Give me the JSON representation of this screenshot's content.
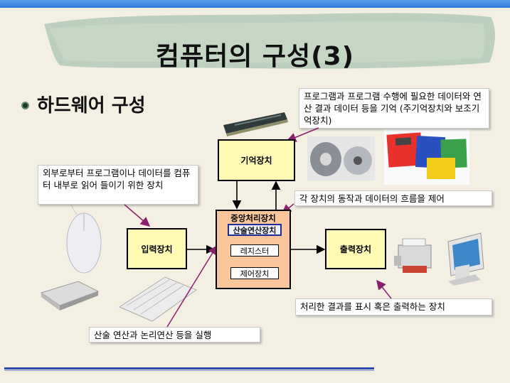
{
  "slide": {
    "title": "컴퓨터의 구성(3)",
    "heading": "하드웨어 구성",
    "callouts": {
      "memory_desc": "프로그램과 프로그램 수행에 필요한 데이터와 연산 결과 데이터 등을 기억 (주기억장치와 보조기억장치)",
      "input_desc": "외부로부터 프로그램이나 데이터를 컴퓨터 내부로 읽어 들이기 위한 장치",
      "control_desc": "각 장치의 동작과 데이터의 흐름을 제어",
      "output_desc": "처리한 결과를 표시 혹은 출력하는 장치",
      "alu_desc": "산술 연산과 논리연산 등을 실행"
    },
    "blocks": {
      "memory": "기억장치",
      "input": "입력장치",
      "output": "출력장치",
      "cpu": "중앙처리장치",
      "alu": "산술연산장치",
      "register": "레지스터",
      "control": "제어장치"
    },
    "colors": {
      "block_fill": "#fffbb4",
      "cpu_fill": "#f9c69c",
      "arrow_pointer": "#8a1f6e",
      "accent_bar": "#2f78d8"
    }
  }
}
